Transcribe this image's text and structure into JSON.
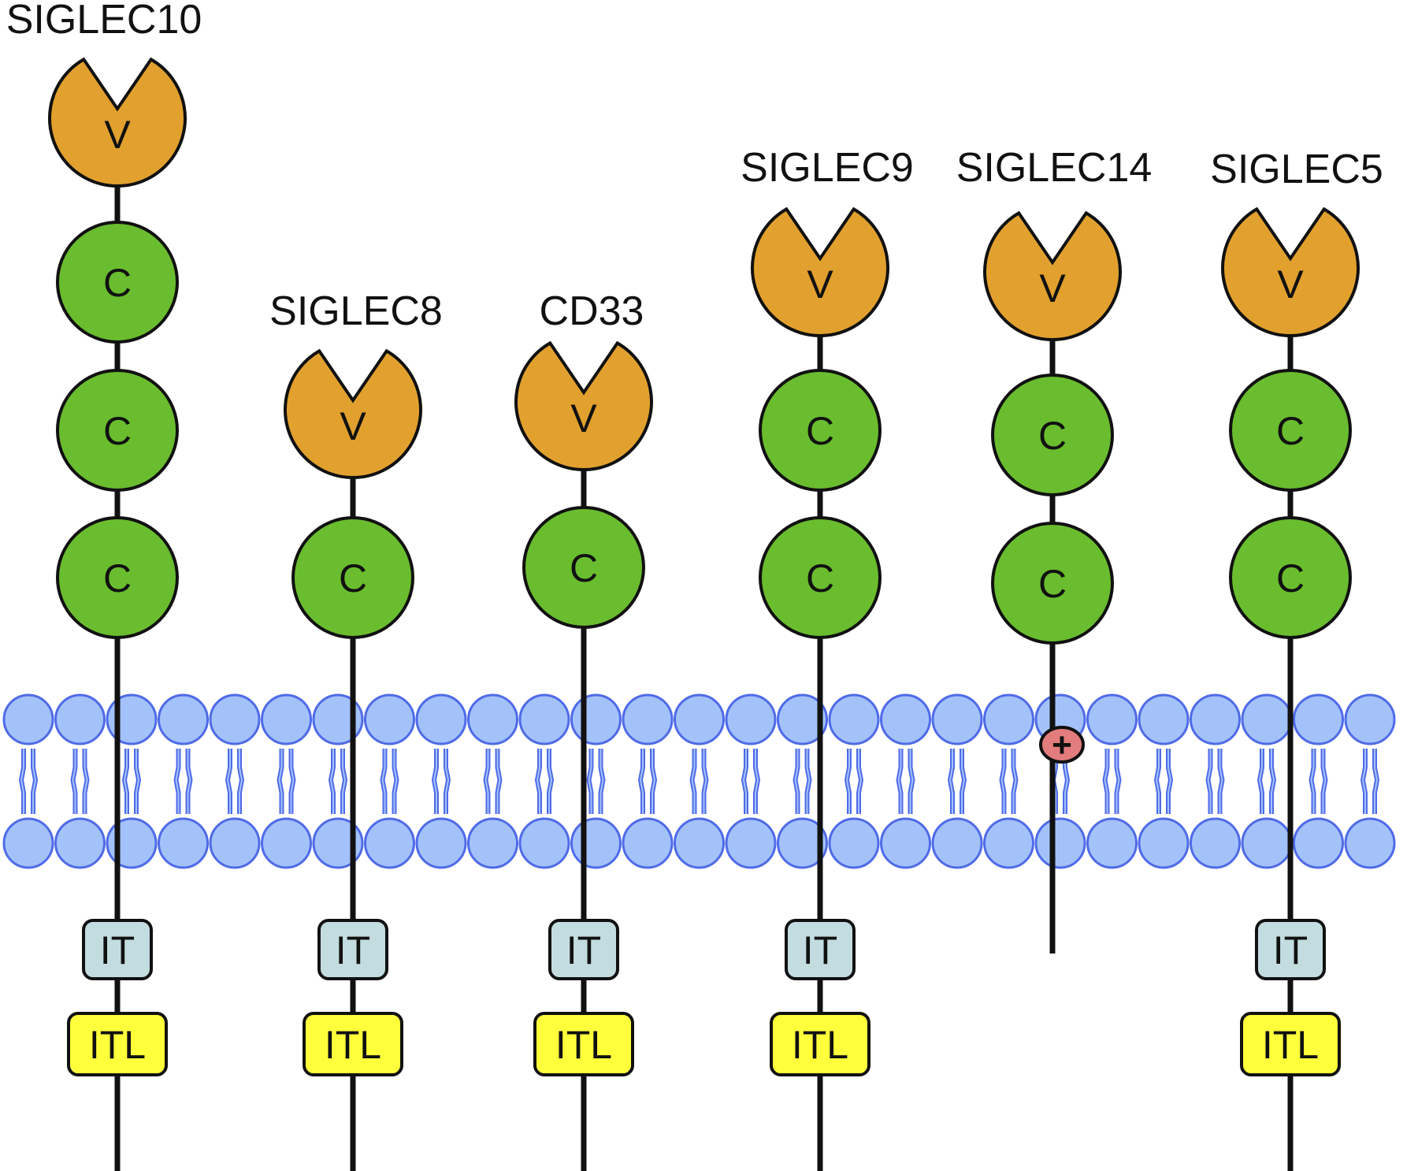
{
  "colors": {
    "v_domain": "#E2A12E",
    "c_domain": "#6ABD2E",
    "it_motif": "#C3DCE0",
    "itl_motif": "#FFFF3C",
    "membrane_fill": "#A4C2FA",
    "membrane_stroke": "#4F6BE8",
    "charge": "#E37C7C",
    "outline": "#111111"
  },
  "proteins": [
    {
      "name": "SIGLEC10",
      "domains": [
        "V",
        "C",
        "C",
        "C"
      ],
      "motifs": [
        "IT",
        "ITL"
      ],
      "charged_tm": false
    },
    {
      "name": "SIGLEC8",
      "domains": [
        "V",
        "C"
      ],
      "motifs": [
        "IT",
        "ITL"
      ],
      "charged_tm": false
    },
    {
      "name": "CD33",
      "domains": [
        "V",
        "C"
      ],
      "motifs": [
        "IT",
        "ITL"
      ],
      "charged_tm": false
    },
    {
      "name": "SIGLEC9",
      "domains": [
        "V",
        "C",
        "C"
      ],
      "motifs": [
        "IT",
        "ITL"
      ],
      "charged_tm": false
    },
    {
      "name": "SIGLEC14",
      "domains": [
        "V",
        "C",
        "C"
      ],
      "motifs": [],
      "charged_tm": true,
      "charge_symbol": "+"
    },
    {
      "name": "SIGLEC5",
      "domains": [
        "V",
        "C",
        "C"
      ],
      "motifs": [
        "IT",
        "ITL"
      ],
      "charged_tm": false
    }
  ]
}
